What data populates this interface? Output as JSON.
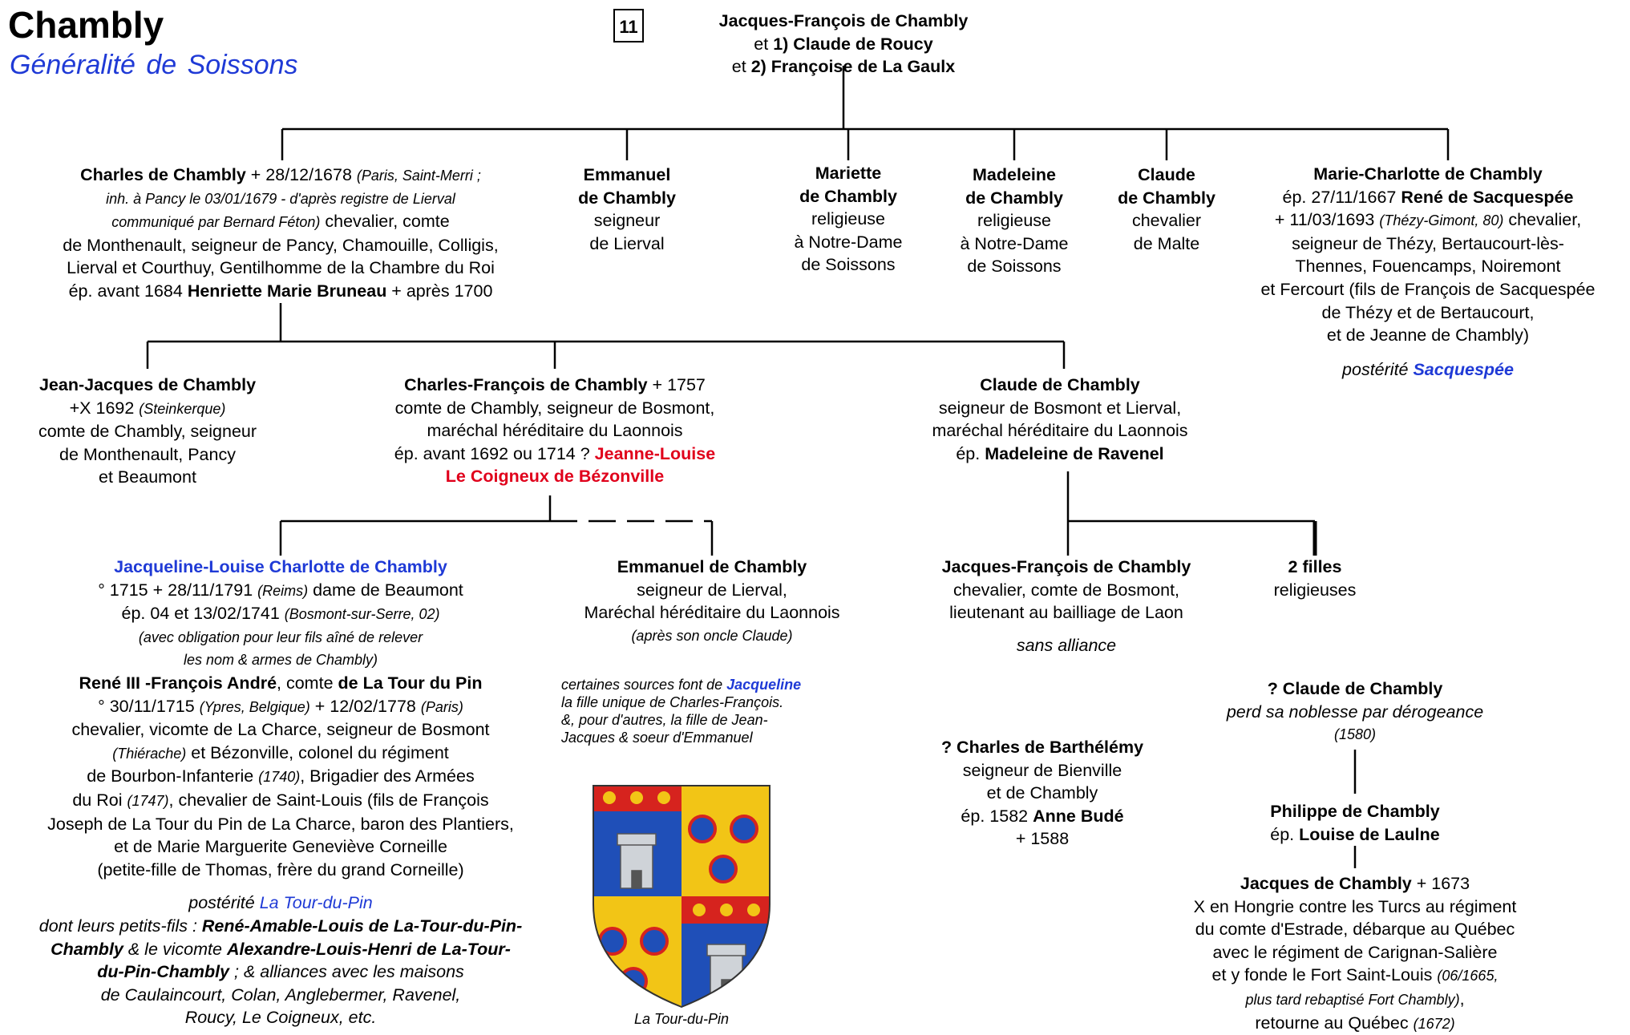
{
  "header": {
    "title": "Chambly",
    "subtitle": "Généralité de Soissons",
    "page_number": "11"
  },
  "root": {
    "name": "Jacques-François de Chambly",
    "spouse1_prefix": "et ",
    "spouse1": "1) Claude de Roucy",
    "spouse2_prefix": "et ",
    "spouse2": "2) Françoise de La Gaulx"
  },
  "charles": {
    "name": "Charles de Chambly",
    "death": " + 28/12/1678 ",
    "note1": "(Paris, Saint-Merri ;",
    "note2": "inh. à Pancy le 03/01/1679 - d'après registre de Lierval",
    "note3": "communiqué par Bernard Féton)",
    "t3": " chevalier, comte",
    "t4": "de Monthenault, seigneur de Pancy, Chamouille, Colligis,",
    "t5": "Lierval et Courthuy, Gentilhomme de la Chambre du Roi",
    "t6a": "ép. avant 1684 ",
    "spouse": "Henriette Marie Bruneau",
    "t6b": " + après 1700"
  },
  "emmanuel": {
    "l1": "Emmanuel",
    "l2": "de Chambly",
    "l3": "seigneur",
    "l4": "de Lierval"
  },
  "mariette": {
    "l1": "Mariette",
    "l2": "de Chambly",
    "l3": "religieuse",
    "l4": "à Notre-Dame",
    "l5": "de Soissons"
  },
  "madeleine": {
    "l1": "Madeleine",
    "l2": "de Chambly",
    "l3": "religieuse",
    "l4": "à Notre-Dame",
    "l5": "de Soissons"
  },
  "claude_malte": {
    "l1": "Claude",
    "l2": "de Chambly",
    "l3": "chevalier",
    "l4": "de Malte"
  },
  "marie_charlotte": {
    "name": "Marie-Charlotte de Chambly",
    "l2a": "ép. 27/11/1667 ",
    "spouse": "René de Sacquespée",
    "l3a": "+ 11/03/1693 ",
    "l3note": "(Thézy-Gimont, 80)",
    "l3b": " chevalier,",
    "l4": "seigneur de Thézy, Bertaucourt-lès-",
    "l5": "Thennes, Fouencamps, Noiremont",
    "l6": "et Fercourt (fils de François de Sacquespée",
    "l7": "de Thézy et de Bertaucourt,",
    "l8": "et de Jeanne de Chambly)",
    "post_label": "postérité ",
    "post_name": "Sacquespée"
  },
  "jean_jacques": {
    "name": "Jean-Jacques de Chambly",
    "l2a": "+X 1692 ",
    "l2note": "(Steinkerque)",
    "l3": "comte de Chambly, seigneur",
    "l4": "de Monthenault, Pancy",
    "l5": "et Beaumont"
  },
  "charles_francois": {
    "name": "Charles-François de Chambly",
    "death": " + 1757",
    "l2": "comte de Chambly, seigneur de Bosmont,",
    "l3": "maréchal héréditaire du Laonnois",
    "l4a": "ép. avant 1692 ou 1714 ? ",
    "spouse1": "Jeanne-Louise",
    "spouse2": "Le Coigneux de Bézonville"
  },
  "claude_bosmont": {
    "name": "Claude de Chambly",
    "l2": "seigneur de Bosmont et Lierval,",
    "l3": "maréchal héréditaire du Laonnois",
    "l4a": "ép. ",
    "spouse": "Madeleine de Ravenel"
  },
  "jacqueline": {
    "name": "Jacqueline-Louise Charlotte de Chambly",
    "l2a": "° 1715 + 28/11/1791 ",
    "l2note": "(Reims)",
    "l2b": " dame de Beaumont",
    "l3a": "ép. 04 et 13/02/1741 ",
    "l3note": "(Bosmont-sur-Serre, 02)",
    "l4": "(avec obligation pour leur fils aîné de relever",
    "l5": "les nom & armes de Chambly)",
    "husband": "René III -François André",
    "l6b": ", comte ",
    "l6c": "de La Tour du Pin",
    "l7a": "° 30/11/1715 ",
    "l7note1": "(Ypres, Belgique)",
    "l7b": " + 12/02/1778 ",
    "l7note2": "(Paris)",
    "l8": "chevalier, vicomte de La Charce, seigneur de Bosmont",
    "l9note": "(Thiérache)",
    "l9b": " et Bézonville, colonel du régiment",
    "l10a": "de Bourbon-Infanterie ",
    "l10note": "(1740)",
    "l10b": ", Brigadier des Armées",
    "l11a": "du Roi ",
    "l11note": "(1747)",
    "l11b": ", chevalier de Saint-Louis (fils de François",
    "l12": "Joseph de La Tour du Pin de La Charce, baron des Plantiers,",
    "l13": "et de Marie Marguerite Geneviève Corneille",
    "l14": "(petite-fille de Thomas, frère du grand Corneille)",
    "post_label": "postérité ",
    "post_name": "La Tour-du-Pin",
    "p2a": "dont leurs petits-fils : ",
    "p2b": "René-Amable-Louis de La-Tour-du-Pin-",
    "p3a": "Chambly",
    "p3b": " & le vicomte ",
    "p3c": "Alexandre-Louis-Henri de La-Tour-",
    "p4a": "du-Pin-Chambly",
    "p4b": " ; & alliances avec les maisons",
    "p5": "de Caulaincourt, Colan, Anglebermer, Ravenel,",
    "p6": "Roucy, Le Coigneux, etc."
  },
  "emmanuel_lierval": {
    "name": "Emmanuel de Chambly",
    "l2": "seigneur de Lierval,",
    "l3": "Maréchal héréditaire du Laonnois",
    "l4": "(après son oncle Claude)"
  },
  "sources_note": {
    "l1a": "certaines sources font de ",
    "l1b": "Jacqueline",
    "l2": "la fille unique de Charles-François.",
    "l3": "&, pour d'autres, la fille de Jean-",
    "l4": "Jacques & soeur d'Emmanuel"
  },
  "coat_of_arms": {
    "caption": "La Tour-du-Pin",
    "blue": "#1f4fb8",
    "gold": "#f2c516",
    "red": "#d6231e"
  },
  "jf_bosmont": {
    "name": "Jacques-François de Chambly",
    "l2": "chevalier, comte de Bosmont,",
    "l3": "lieutenant au bailliage de Laon",
    "l4": "sans alliance"
  },
  "filles": {
    "l1": "2 filles",
    "l2": "religieuses"
  },
  "barthelemy": {
    "name": "? Charles de Barthélémy",
    "l2": "seigneur de Bienville",
    "l3": "et de Chambly",
    "l4a": "ép. 1582 ",
    "spouse": " Anne Budé",
    "l5": "+ 1588"
  },
  "claude_derog": {
    "name": "? Claude de Chambly",
    "l2": "perd sa noblesse par dérogeance",
    "l3": "(1580)"
  },
  "philippe": {
    "name": "Philippe de Chambly",
    "l2a": "ép. ",
    "spouse": "Louise de Laulne"
  },
  "jacques_quebec": {
    "name": "Jacques de Chambly",
    "death": " + 1673",
    "l2": "X en Hongrie contre les Turcs au régiment",
    "l3": "du comte d'Estrade, débarque au Québec",
    "l4": "avec le régiment de Carignan-Salière",
    "l5a": "et y fonde le Fort Saint-Louis ",
    "l5note": "(06/1665,",
    "l6note": "plus tard rebaptisé Fort Chambly)",
    "l6b": ",",
    "l7a": "retourne au Québec ",
    "l7note": "(1672)"
  }
}
